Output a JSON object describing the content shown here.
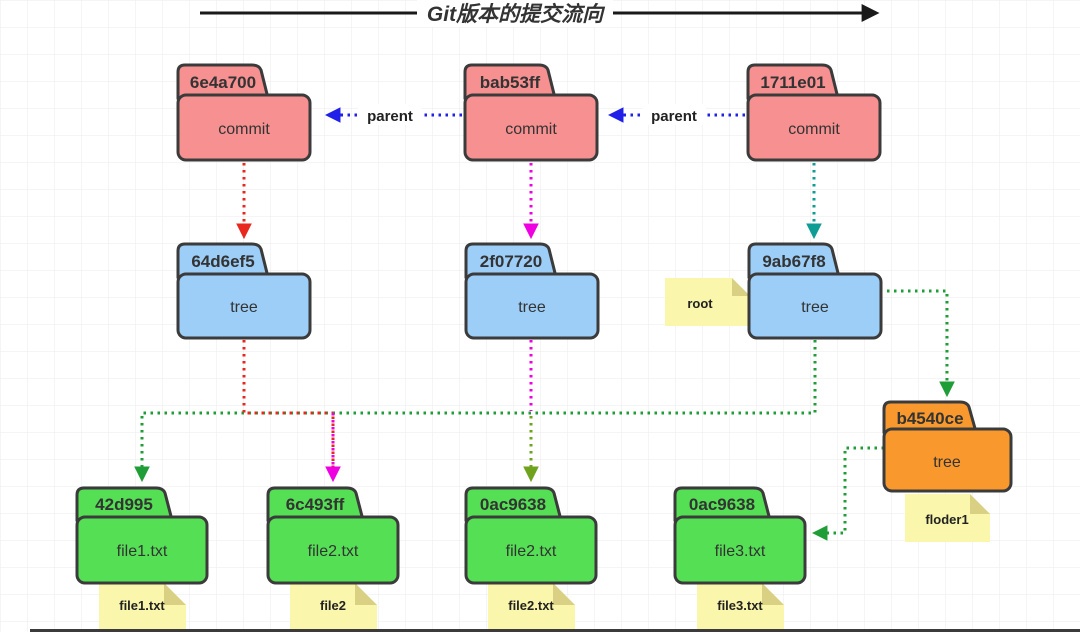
{
  "title": "Git版本的提交流向",
  "commits": [
    {
      "hash": "6e4a700",
      "label": "commit"
    },
    {
      "hash": "bab53ff",
      "label": "commit"
    },
    {
      "hash": "1711e01",
      "label": "commit"
    }
  ],
  "trees": [
    {
      "hash": "64d6ef5",
      "label": "tree"
    },
    {
      "hash": "2f07720",
      "label": "tree"
    },
    {
      "hash": "9ab67f8",
      "label": "tree"
    },
    {
      "hash": "b4540ce",
      "label": "tree"
    }
  ],
  "files": [
    {
      "hash": "42d995",
      "label": "file1.txt"
    },
    {
      "hash": "6c493ff",
      "label": "file2.txt"
    },
    {
      "hash": "0ac9638",
      "label": "file2.txt"
    },
    {
      "hash": "0ac9638",
      "label": "file3.txt"
    }
  ],
  "notes": {
    "root": "root",
    "folder1": "floder1",
    "file1": "file1.txt",
    "file2": "file2",
    "file2b": "file2.txt",
    "file3": "file3.txt"
  },
  "edge_labels": {
    "parent1": "parent",
    "parent2": "parent"
  },
  "colors": {
    "commit_fill": "#F79090",
    "tree_fill": "#9DCEF8",
    "file_fill": "#55DF55",
    "orange_fill": "#F9992D",
    "note_fill": "#FAF7AC",
    "note_fold": "#D9D084",
    "outline": "#3B3B3B",
    "title_text": "#F5831F",
    "arrow_blue": "#2020E8",
    "arrow_red": "#E8281E",
    "arrow_magenta": "#EE00E0",
    "arrow_teal": "#0F9C94",
    "arrow_green": "#1F9E38",
    "arrow_olive": "#6FA31D",
    "arrow_black": "#1A1A1A",
    "grid_line": "#EBEBEB"
  }
}
